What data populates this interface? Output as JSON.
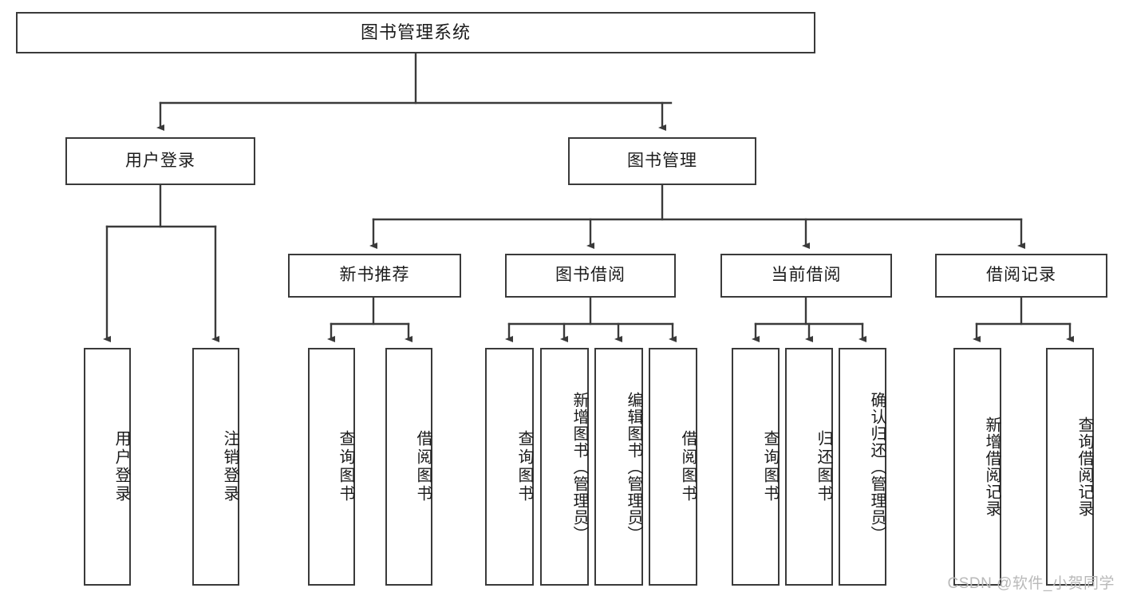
{
  "diagram": {
    "title": "图书管理系统",
    "type": "hierarchy-tree",
    "colors": {
      "stroke": "#3a3a3a",
      "fill": "#ffffff",
      "text": "#1b1b1b",
      "watermark": "#b9b9b9"
    },
    "root": {
      "label": "图书管理系统"
    },
    "level1": [
      {
        "label": "用户登录"
      },
      {
        "label": "图书管理"
      }
    ],
    "level2": [
      {
        "label": "新书推荐"
      },
      {
        "label": "图书借阅"
      },
      {
        "label": "当前借阅"
      },
      {
        "label": "借阅记录"
      }
    ],
    "leaves": {
      "user_login": [
        {
          "label": "用户登录"
        },
        {
          "label": "注销登录"
        }
      ],
      "new_book_recommend": [
        {
          "label": "查询图书"
        },
        {
          "label": "借阅图书"
        }
      ],
      "book_borrow": [
        {
          "label": "查询图书"
        },
        {
          "label": "新增图书（管理员）"
        },
        {
          "label": "编辑图书（管理员）"
        },
        {
          "label": "借阅图书"
        }
      ],
      "current_borrow": [
        {
          "label": "查询图书"
        },
        {
          "label": "归还图书"
        },
        {
          "label": "确认归还（管理员）"
        }
      ],
      "borrow_record": [
        {
          "label": "新增借阅记录"
        },
        {
          "label": "查询借阅记录"
        }
      ]
    },
    "watermark": "CSDN @软件_小贺同学"
  }
}
